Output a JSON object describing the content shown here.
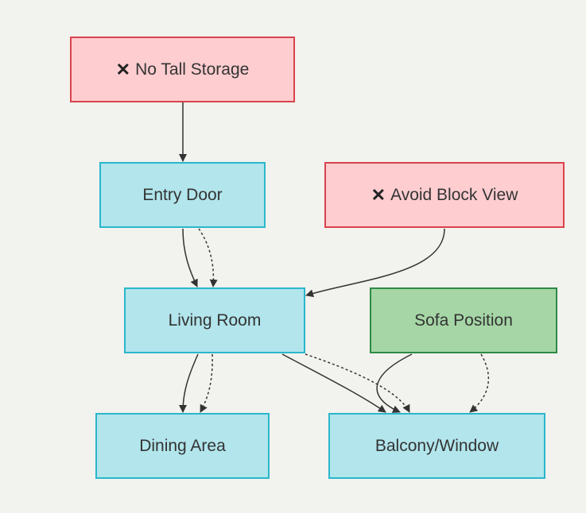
{
  "nodes": {
    "no_tall_storage": {
      "icon": "x-mark-icon",
      "icon_glyph": "✕",
      "label": "No Tall Storage"
    },
    "entry_door": {
      "label": "Entry Door"
    },
    "avoid_block_view": {
      "icon": "x-mark-icon",
      "icon_glyph": "✕",
      "label": "Avoid Block View"
    },
    "living_room": {
      "label": "Living Room"
    },
    "sofa_position": {
      "label": "Sofa Position"
    },
    "dining_area": {
      "label": "Dining Area"
    },
    "balcony_window": {
      "label": "Balcony/Window"
    }
  },
  "edges": [
    {
      "from": "No Tall Storage",
      "to": "Entry Door",
      "style": "solid"
    },
    {
      "from": "Entry Door",
      "to": "Living Room",
      "style": "solid"
    },
    {
      "from": "Entry Door",
      "to": "Living Room",
      "style": "dotted"
    },
    {
      "from": "Avoid Block View",
      "to": "Living Room",
      "style": "solid"
    },
    {
      "from": "Living Room",
      "to": "Dining Area",
      "style": "solid"
    },
    {
      "from": "Living Room",
      "to": "Dining Area",
      "style": "dotted"
    },
    {
      "from": "Living Room",
      "to": "Balcony/Window",
      "style": "solid"
    },
    {
      "from": "Living Room",
      "to": "Balcony/Window",
      "style": "dotted"
    },
    {
      "from": "Sofa Position",
      "to": "Balcony/Window",
      "style": "solid"
    },
    {
      "from": "Sofa Position",
      "to": "Balcony/Window",
      "style": "dotted"
    }
  ],
  "colors": {
    "background": "#f2f2ee",
    "room_fill": "#b2e5ec",
    "room_border": "#2ab7cc",
    "avoid_fill": "#fdcdd0",
    "avoid_border": "#d9434c",
    "good_fill": "#a6d6a6",
    "good_border": "#2e8a45",
    "edge": "#333333"
  }
}
